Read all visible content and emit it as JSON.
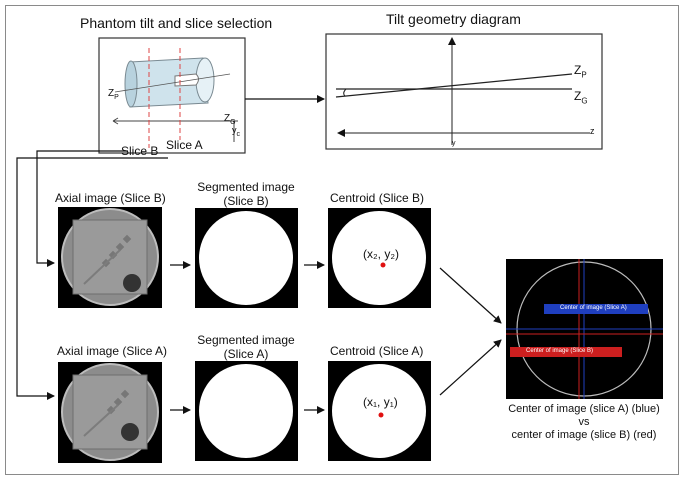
{
  "panels": {
    "phantom_title": "Phantom tilt and slice selection",
    "geometry_title": "Tilt geometry diagram",
    "slice_b_label": "Slice B",
    "slice_a_label": "Slice A",
    "phantom_zp": "Z",
    "phantom_zp_sub": "P",
    "phantom_zg": "Z",
    "phantom_zg_sub": "G",
    "phantom_yc": "y",
    "phantom_yc_sub": "c",
    "geometry_zp": "Z",
    "geometry_zp_sub": "P",
    "geometry_zg": "Z",
    "geometry_zg_sub": "G",
    "geometry_z": "z",
    "geometry_y": "y"
  },
  "row_b": {
    "axial_title": "Axial image (Slice B)",
    "segmented_title_line1": "Segmented image",
    "segmented_title_line2": "(Slice B)",
    "centroid_title": "Centroid (Slice B)",
    "centroid_label": "(x₂, y₂)"
  },
  "row_a": {
    "axial_title": "Axial image (Slice A)",
    "segmented_title_line1": "Segmented image",
    "segmented_title_line2": "(Slice A)",
    "centroid_title": "Centroid (Slice A)",
    "centroid_label": "(x₁, y₁)"
  },
  "result": {
    "blue_label": "Center of image (Slice A)",
    "red_label": "Center of image (Slice B)",
    "caption_line1": "Center of image (slice A) (blue)",
    "caption_line2": "vs",
    "caption_line3": "center of image (slice B) (red)"
  },
  "colors": {
    "blue": "#1f3fbf",
    "red": "#cc1f1f",
    "centroid_dot": "#e01010",
    "phantom_body": "#cfe3ec"
  }
}
